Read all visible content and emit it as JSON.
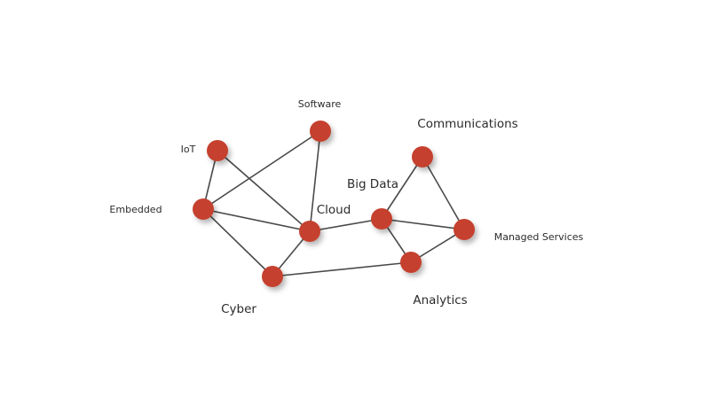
{
  "diagram": {
    "nodes": [
      {
        "id": "software",
        "label": "Software"
      },
      {
        "id": "communications",
        "label": "Communications"
      },
      {
        "id": "iot",
        "label": "IoT"
      },
      {
        "id": "big-data",
        "label": "Big Data"
      },
      {
        "id": "embedded",
        "label": "Embedded"
      },
      {
        "id": "cloud",
        "label": "Cloud"
      },
      {
        "id": "managed-services",
        "label": "Managed Services"
      },
      {
        "id": "analytics",
        "label": "Analytics"
      },
      {
        "id": "cyber",
        "label": "Cyber"
      }
    ],
    "edges": [
      [
        "iot",
        "embedded"
      ],
      [
        "iot",
        "cloud"
      ],
      [
        "software",
        "embedded"
      ],
      [
        "software",
        "cloud"
      ],
      [
        "embedded",
        "cloud"
      ],
      [
        "embedded",
        "cyber"
      ],
      [
        "cyber",
        "cloud"
      ],
      [
        "cyber",
        "analytics"
      ],
      [
        "cloud",
        "big-data"
      ],
      [
        "big-data",
        "communications"
      ],
      [
        "big-data",
        "managed-services"
      ],
      [
        "big-data",
        "analytics"
      ],
      [
        "communications",
        "managed-services"
      ],
      [
        "managed-services",
        "analytics"
      ]
    ],
    "colors": {
      "node_fill": "#c5412f",
      "edge": "#4a4a4a",
      "label": "#2b2b2b"
    }
  }
}
